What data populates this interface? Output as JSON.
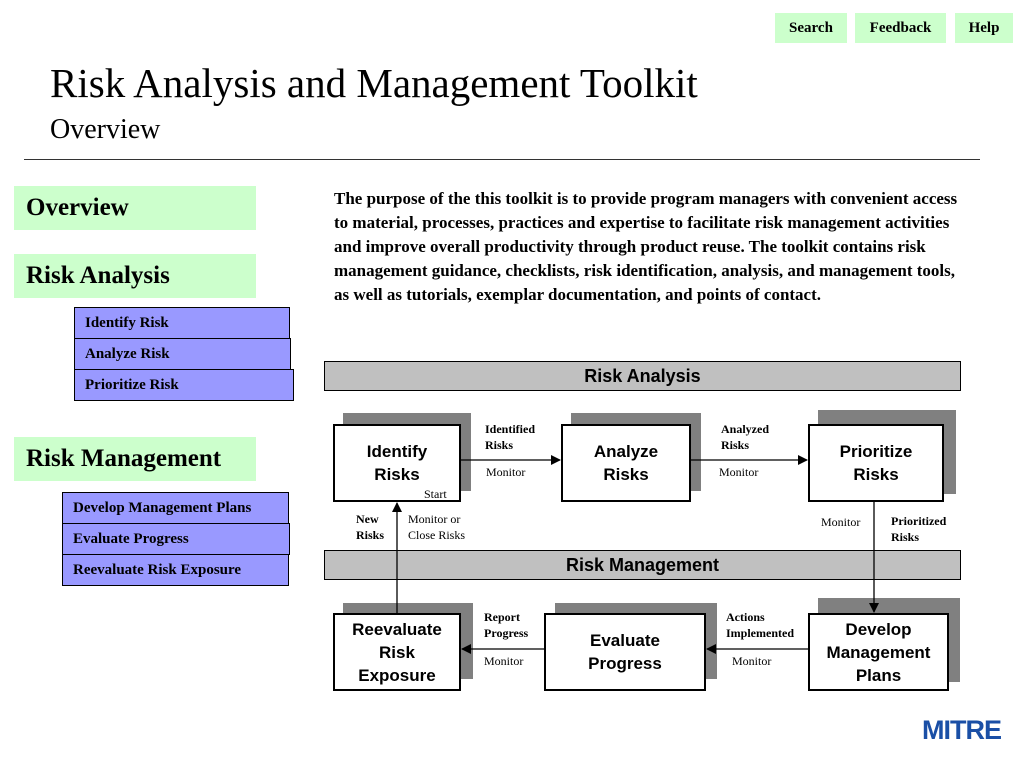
{
  "topnav": {
    "search": "Search",
    "feedback": "Feedback",
    "help": "Help"
  },
  "header": {
    "title": "Risk Analysis and Management Toolkit",
    "subtitle": "Overview"
  },
  "sidebar": {
    "overview": "Overview",
    "risk_analysis": {
      "label": "Risk Analysis",
      "items": [
        "Identify Risk",
        "Analyze Risk",
        "Prioritize Risk"
      ]
    },
    "risk_management": {
      "label": "Risk Management",
      "items": [
        "Develop Management Plans",
        "Evaluate Progress",
        "Reevaluate Risk Exposure"
      ]
    }
  },
  "description": "The purpose of the this toolkit is to provide program managers with convenient access to material, processes, practices and expertise to facilitate risk management activities and improve overall productivity through product reuse. The toolkit contains risk management guidance, checklists, risk identification, analysis, and management tools, as  well as tutorials, exemplar documentation, and points of contact.",
  "diagram": {
    "analysis_bar": "Risk Analysis",
    "management_bar": "Risk Management",
    "boxes": {
      "identify": "Identify\nRisks",
      "analyze": "Analyze\nRisks",
      "prioritize": "Prioritize\nRisks",
      "reevaluate": "Reevaluate\nRisk\nExposure",
      "evaluate": "Evaluate\nProgress",
      "develop": "Develop\nManagement\nPlans"
    },
    "labels": {
      "identified_risks": "Identified\nRisks",
      "analyzed_risks": "Analyzed\nRisks",
      "monitor": "Monitor",
      "start": "Start",
      "new_risks": "New\nRisks",
      "monitor_or_close": "Monitor or\nClose Risks",
      "prioritized_risks": "Prioritized\nRisks",
      "report_progress": "Report\nProgress",
      "actions_implemented": "Actions\nImplemented"
    }
  },
  "logo": "MITRE"
}
